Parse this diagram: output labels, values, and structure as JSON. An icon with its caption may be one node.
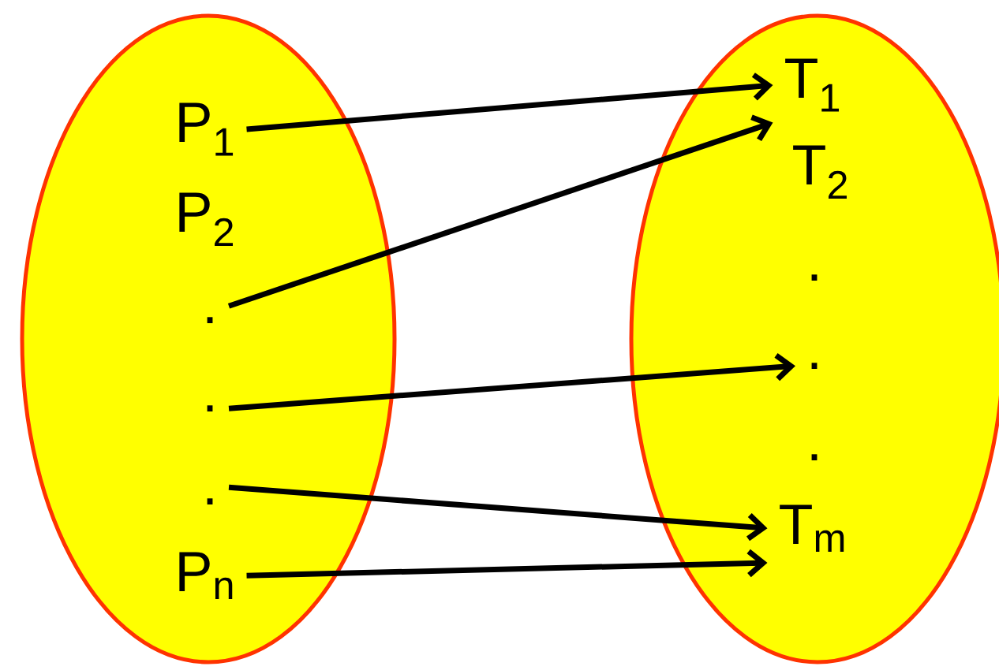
{
  "diagram": {
    "nodes": [
      {
        "text": [],
        "shape": "ellipse"
      },
      {
        "text": [
          "P$_{1}$"
        ],
        "in": 0
      },
      {
        "text": [
          "P$_{2}$"
        ],
        "in": 0
      },
      {
        "text": [
          "."
        ],
        "in": 0
      },
      {
        "text": [
          "."
        ],
        "in": 0
      },
      {
        "text": [
          "."
        ],
        "in": 0
      },
      {
        "text": [
          "P$_{n}$"
        ],
        "in": 0
      },
      {
        "text": [],
        "shape": "ellipse"
      },
      {
        "text": [
          "T$_{1}$"
        ],
        "in": 7
      },
      {
        "text": [
          "T$_{2}$"
        ],
        "in": 7
      },
      {
        "text": [
          "."
        ],
        "in": 7
      },
      {
        "text": [
          "."
        ],
        "in": 7
      },
      {
        "text": [
          "."
        ],
        "in": 7
      },
      {
        "text": [
          "T$_{m}$"
        ],
        "in": 7
      }
    ],
    "edges": [
      {
        "from": 1,
        "to": 8,
        "arrow": "to"
      },
      {
        "from": 3,
        "to": 8,
        "arrow": "to"
      },
      {
        "from": 4,
        "to": 11,
        "arrow": "to"
      },
      {
        "from": 5,
        "to": 13,
        "arrow": "to"
      },
      {
        "from": 6,
        "to": 13,
        "arrow": "to"
      }
    ]
  }
}
